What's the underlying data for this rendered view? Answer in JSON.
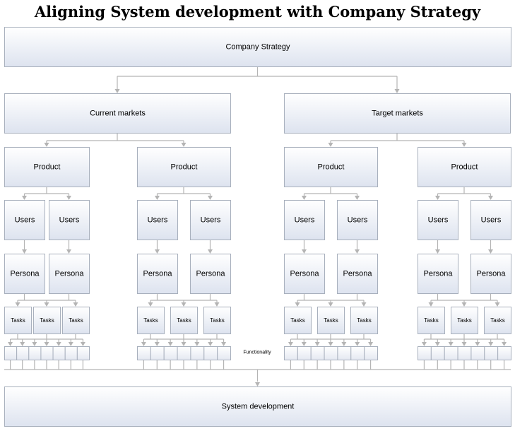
{
  "title": "Aligning System development with Company Strategy",
  "company_strategy": "Company Strategy",
  "markets": [
    {
      "label": "Current markets",
      "products": [
        {
          "label": "Product",
          "users": [
            "Users",
            "Users"
          ],
          "personas": [
            "Persona",
            "Persona"
          ],
          "tasks": [
            "Tasks",
            "Tasks",
            "Tasks"
          ]
        },
        {
          "label": "Product",
          "users": [
            "Users",
            "Users"
          ],
          "personas": [
            "Persona",
            "Persona"
          ],
          "tasks": [
            "Tasks",
            "Tasks",
            "Tasks"
          ]
        }
      ]
    },
    {
      "label": "Target markets",
      "products": [
        {
          "label": "Product",
          "users": [
            "Users",
            "Users"
          ],
          "personas": [
            "Persona",
            "Persona"
          ],
          "tasks": [
            "Tasks",
            "Tasks",
            "Tasks"
          ]
        },
        {
          "label": "Product",
          "users": [
            "Users",
            "Users"
          ],
          "personas": [
            "Persona",
            "Persona"
          ],
          "tasks": [
            "Tasks",
            "Tasks",
            "Tasks"
          ]
        }
      ]
    }
  ],
  "functionality_label": "Functionality",
  "system_development": "System development",
  "colors": {
    "box_fill_top": "#ffffff",
    "box_fill_bottom": "#dde3ef",
    "box_stroke": "#a8b0bd",
    "connector": "#b4b4b4"
  }
}
